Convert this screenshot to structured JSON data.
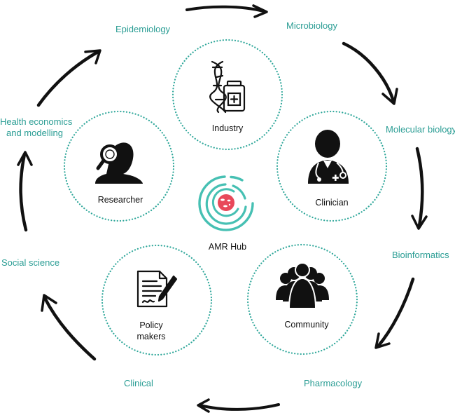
{
  "colors": {
    "accent": "#2a9d94",
    "ring": "#2fa79a",
    "icon": "#111111",
    "hub_dish": "#e8485a"
  },
  "disciplines": {
    "epidemiology": "Epidemiology",
    "microbiology": "Microbiology",
    "molecular_biology": "Molecular biology",
    "bioinformatics": "Bioinformatics",
    "pharmacology": "Pharmacology",
    "clinical": "Clinical",
    "social_science": "Social science",
    "health_econ_line1": "Health economics",
    "health_econ_line2": "and modelling"
  },
  "nodes": {
    "industry": "Industry",
    "clinician": "Clinician",
    "community": "Community",
    "policy_line1": "Policy",
    "policy_line2": "makers",
    "researcher": "Researcher",
    "hub": "AMR Hub"
  },
  "icons": {
    "industry": "dna-and-medicine-bottle-icon",
    "clinician": "doctor-with-stethoscope-icon",
    "community": "group-of-people-icon",
    "policy": "signed-document-pen-icon",
    "researcher": "person-with-magnifier-icon",
    "hub": "petri-dish-maze-icon"
  }
}
